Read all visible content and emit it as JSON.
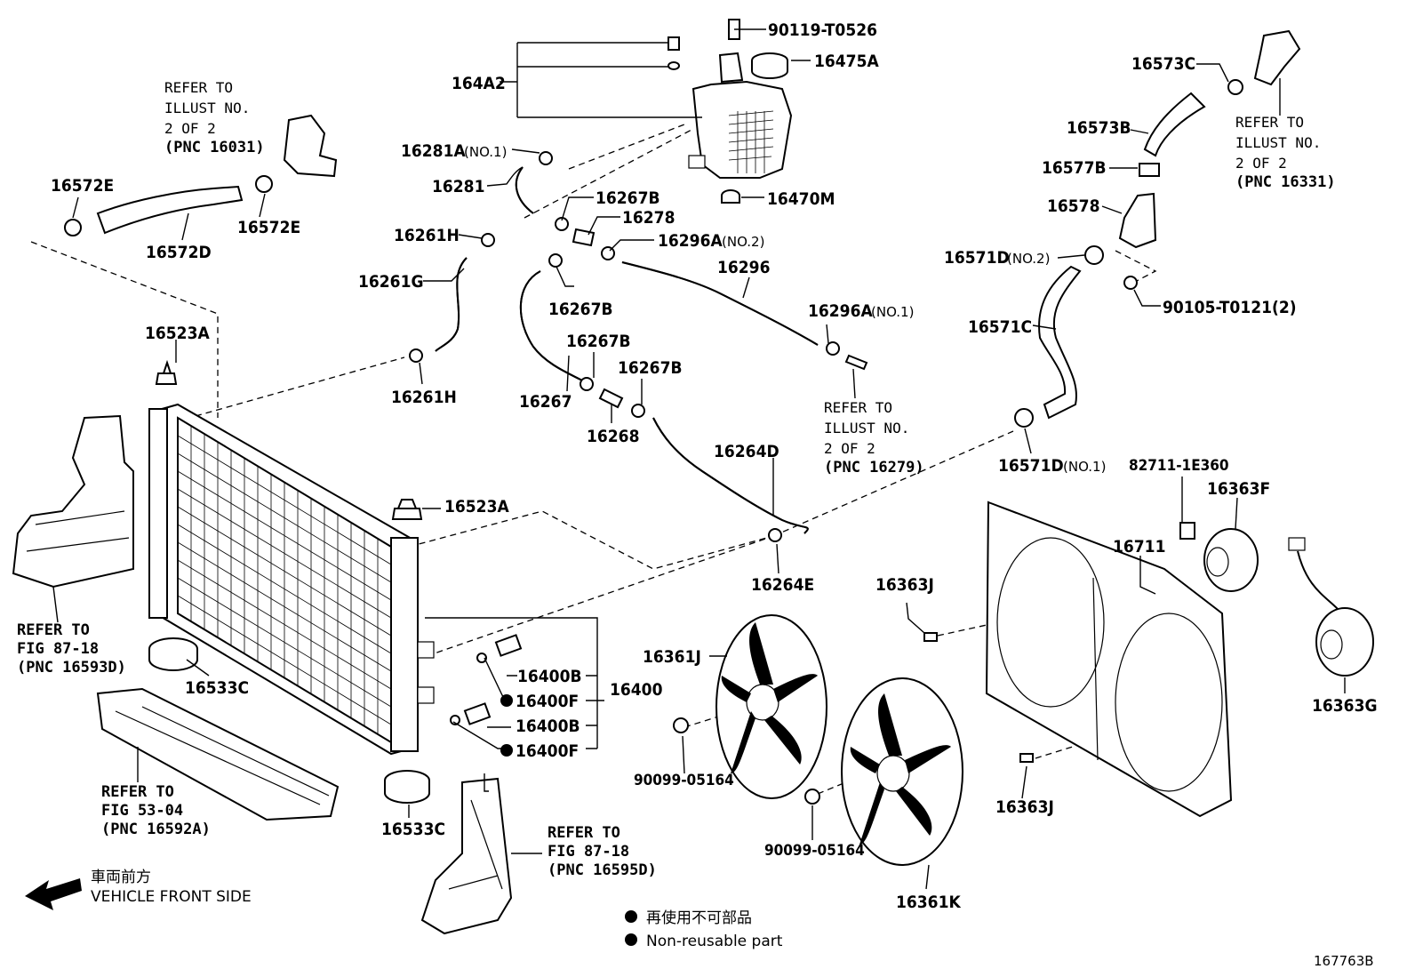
{
  "labels": {
    "p90119": "90119-T0526",
    "p16475A": "16475A",
    "p164A2": "164A2",
    "p16281A": "16281A",
    "p16281A_sub": "(NO.1)",
    "p16281": "16281",
    "p16267B_1": "16267B",
    "p16278": "16278",
    "p16470M": "16470M",
    "p16261H_1": "16261H",
    "p16296A_2": "16296A",
    "p16296A_2_sub": "(NO.2)",
    "p16261G": "16261G",
    "p16296": "16296",
    "p16267B_2": "16267B",
    "p16296A_1": "16296A",
    "p16296A_1_sub": "(NO.1)",
    "p16523A_1": "16523A",
    "p16267B_3": "16267B",
    "p16267B_4": "16267B",
    "p16261H_2": "16261H",
    "p16267": "16267",
    "p16268": "16268",
    "p16264D": "16264D",
    "p16523A_2": "16523A",
    "p16264E": "16264E",
    "p16572E_1": "16572E",
    "p16572E_2": "16572E",
    "p16572D": "16572D",
    "p16573C": "16573C",
    "p16573B": "16573B",
    "p16577B": "16577B",
    "p16578": "16578",
    "p16571D_2": "16571D",
    "p16571D_2_sub": "(NO.2)",
    "p90105": "90105-T0121(2)",
    "p16571C": "16571C",
    "p16571D_1": "16571D",
    "p16571D_1_sub": "(NO.1)",
    "p82711": "82711-1E360",
    "p16363F": "16363F",
    "p16711": "16711",
    "p16363J_1": "16363J",
    "p16361J": "16361J",
    "p16400B_1": "16400B",
    "p16400F_1": "16400F",
    "p16400": "16400",
    "p16400B_2": "16400B",
    "p16400F_2": "16400F",
    "p16533C_1": "16533C",
    "p16533C_2": "16533C",
    "p90099_1": "90099-05164",
    "p90099_2": "90099-05164",
    "p16363J_2": "16363J",
    "p16363G": "16363G",
    "p16361K": "16361K"
  },
  "notes": {
    "ref_16031": [
      "REFER TO",
      "ILLUST NO.",
      "2 OF 2",
      "(PNC 16031)"
    ],
    "ref_16331": [
      "REFER TO",
      "ILLUST NO.",
      "2 OF 2",
      "(PNC 16331)"
    ],
    "ref_16279": [
      "REFER TO",
      "ILLUST NO.",
      "2 OF 2",
      "(PNC 16279)"
    ],
    "ref_16593D": [
      "REFER TO",
      "FIG 87-18",
      "(PNC 16593D)"
    ],
    "ref_16592A": [
      "REFER TO",
      "FIG 53-04",
      "(PNC 16592A)"
    ],
    "ref_16595D": [
      "REFER TO",
      "FIG 87-18",
      "(PNC 16595D)"
    ]
  },
  "legend": {
    "front_jp": "車両前方",
    "front_en": "VEHICLE FRONT SIDE",
    "nonreuse_jp": "再使用不可部品",
    "nonreuse_en": "Non-reusable part"
  },
  "figure_id": "167763B"
}
